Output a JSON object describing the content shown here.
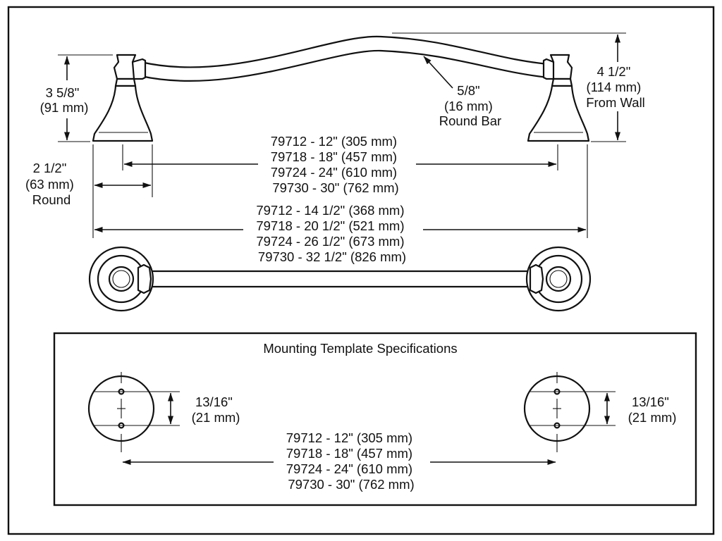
{
  "side_view": {
    "post_height": [
      "3 5/8\"",
      "(91 mm)"
    ],
    "projection": [
      "4 1/2\"",
      "(114 mm)",
      "From Wall"
    ],
    "bar_diameter": [
      "5/8\"",
      "(16 mm)",
      "Round Bar"
    ],
    "base_diameter": [
      "2 1/2\"",
      "(63 mm)",
      "Round"
    ],
    "bar_lengths": [
      "79712 - 12\" (305 mm)",
      "79718 - 18\" (457 mm)",
      "79724 - 24\" (610 mm)",
      "79730 - 30\" (762 mm)"
    ],
    "overall_lengths": [
      "79712 - 14 1/2\" (368 mm)",
      "79718 - 20 1/2\" (521 mm)",
      "79724 - 26 1/2\" (673 mm)",
      "79730 - 32 1/2\" (826 mm)"
    ]
  },
  "template": {
    "title": "Mounting Template Specifications",
    "hole_spacing_left": [
      "13/16\"",
      "(21 mm)"
    ],
    "hole_spacing_right": [
      "13/16\"",
      "(21 mm)"
    ],
    "center_distances": [
      "79712 - 12\" (305 mm)",
      "79718 - 18\" (457 mm)",
      "79724 - 24\" (610 mm)",
      "79730 - 30\" (762 mm)"
    ]
  }
}
